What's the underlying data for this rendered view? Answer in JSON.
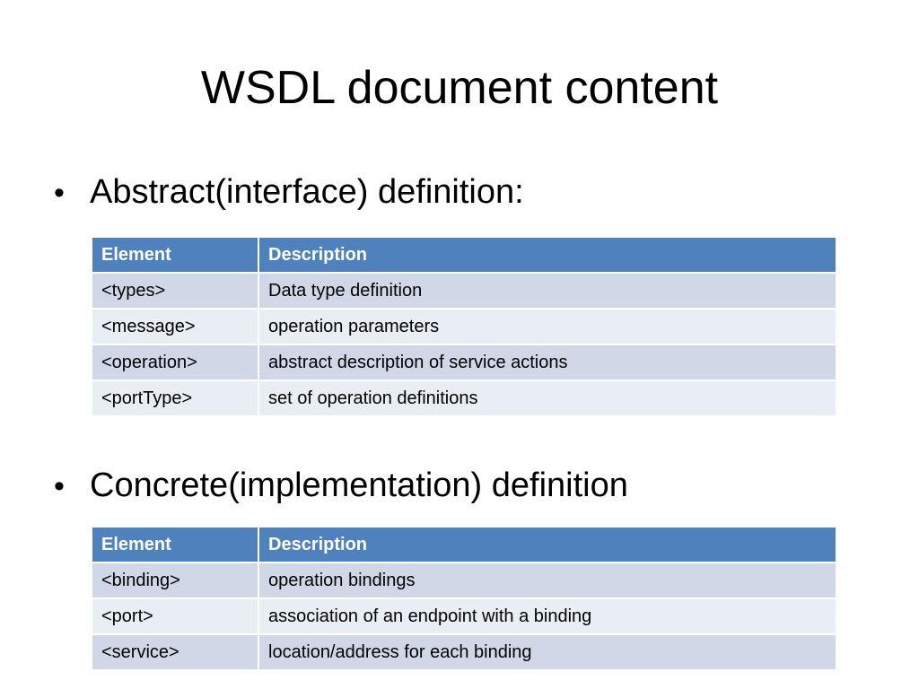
{
  "slide": {
    "title": "WSDL document content"
  },
  "sections": [
    {
      "bullet_symbol": "•",
      "heading": "Abstract(interface) definition:",
      "table": {
        "headers": [
          "Element",
          "Description"
        ],
        "rows": [
          [
            "<types>",
            "Data type definition"
          ],
          [
            "<message>",
            "operation parameters"
          ],
          [
            "<operation>",
            "abstract description of service actions"
          ],
          [
            "<portType>",
            "set of operation definitions"
          ]
        ]
      }
    },
    {
      "bullet_symbol": "•",
      "heading": "Concrete(implementation) definition",
      "table": {
        "headers": [
          "Element",
          "Description"
        ],
        "rows": [
          [
            "<binding>",
            "operation bindings"
          ],
          [
            "<port>",
            "association of an endpoint with a binding"
          ],
          [
            "<service>",
            "location/address for each binding"
          ]
        ]
      }
    }
  ],
  "colors": {
    "header_bg": "#4f81bd",
    "row_odd_bg": "#d0d8e8",
    "row_even_bg": "#e9edf4"
  }
}
